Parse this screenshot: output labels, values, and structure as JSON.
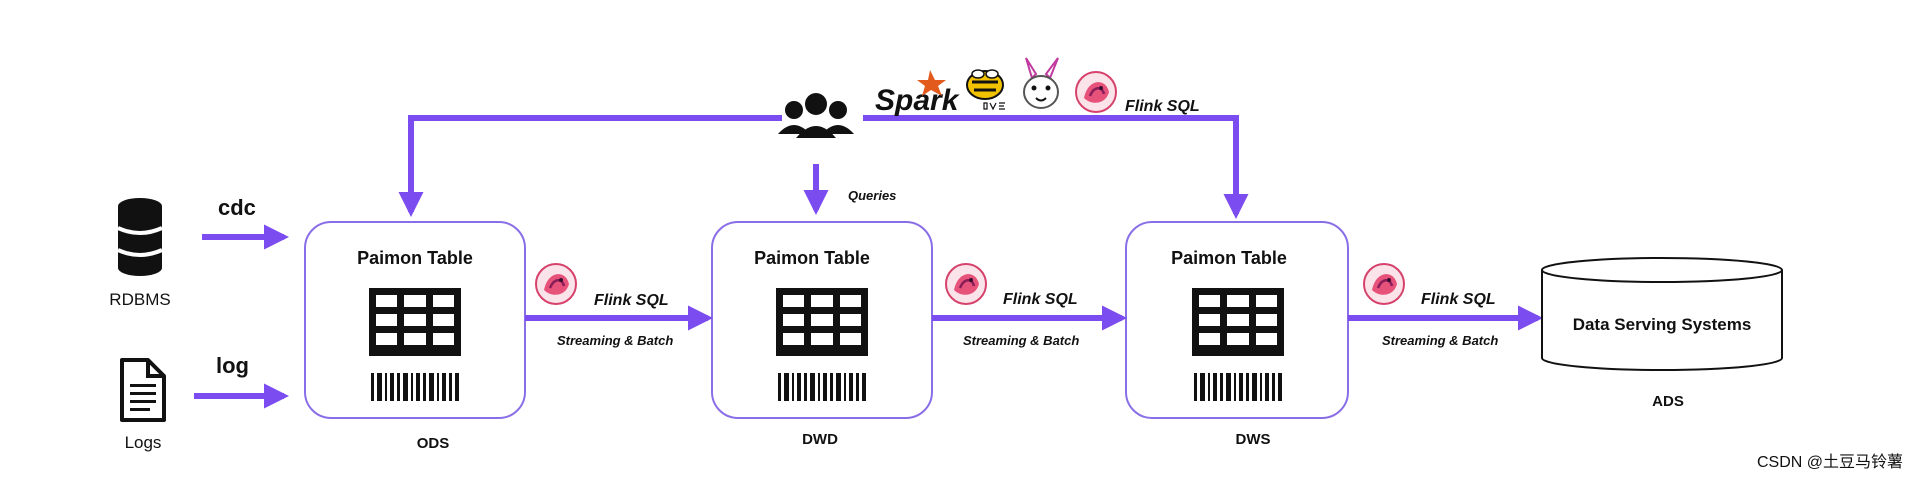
{
  "sources": {
    "rdbms": {
      "caption": "RDBMS",
      "edge": "cdc"
    },
    "logs": {
      "caption": "Logs",
      "edge": "log"
    }
  },
  "consumers": {
    "engines": [
      "Spark",
      "Flink SQL"
    ],
    "queries_label": "Queries"
  },
  "tables": [
    {
      "title": "Paimon Table",
      "layer": "ODS"
    },
    {
      "title": "Paimon Table",
      "layer": "DWD"
    },
    {
      "title": "Paimon Table",
      "layer": "DWS"
    }
  ],
  "flows": [
    {
      "engine": "Flink SQL",
      "mode": "Streaming & Batch"
    },
    {
      "engine": "Flink SQL",
      "mode": "Streaming & Batch"
    },
    {
      "engine": "Flink SQL",
      "mode": "Streaming & Batch"
    }
  ],
  "serving": {
    "title": "Data Serving Systems",
    "layer": "ADS"
  },
  "watermark": "CSDN @土豆马铃薯",
  "colors": {
    "arrow": "#7b4cf0",
    "box_border": "#8a6ee8",
    "ink": "#111111"
  }
}
